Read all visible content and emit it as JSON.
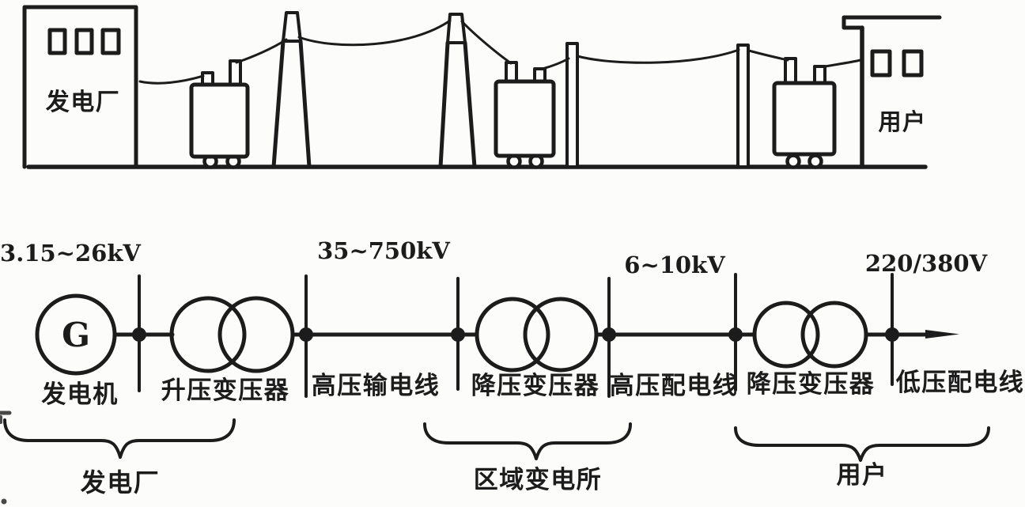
{
  "colors": {
    "ink": "#1c1c1c",
    "paper": "#fcfcfa"
  },
  "illustration": {
    "power_plant_label": "发电厂",
    "user_label": "用户"
  },
  "schematic": {
    "generator_letter": "G",
    "voltages": {
      "generator_output": "3.15~26kV",
      "transmission": "35~750kV",
      "hv_distribution": "6~10kV",
      "lv_distribution": "220/380V"
    },
    "components": {
      "generator": "发电机",
      "step_up_transformer": "升压变压器",
      "hv_transmission_line": "高压输电线",
      "step_down_transformer_1": "降压变压器",
      "hv_distribution_line": "高压配电线",
      "step_down_transformer_2": "降压变压器",
      "lv_distribution_line": "低压配电线"
    }
  },
  "groups": {
    "power_plant": "发电厂",
    "regional_substation": "区域变电所",
    "users": "用户"
  }
}
